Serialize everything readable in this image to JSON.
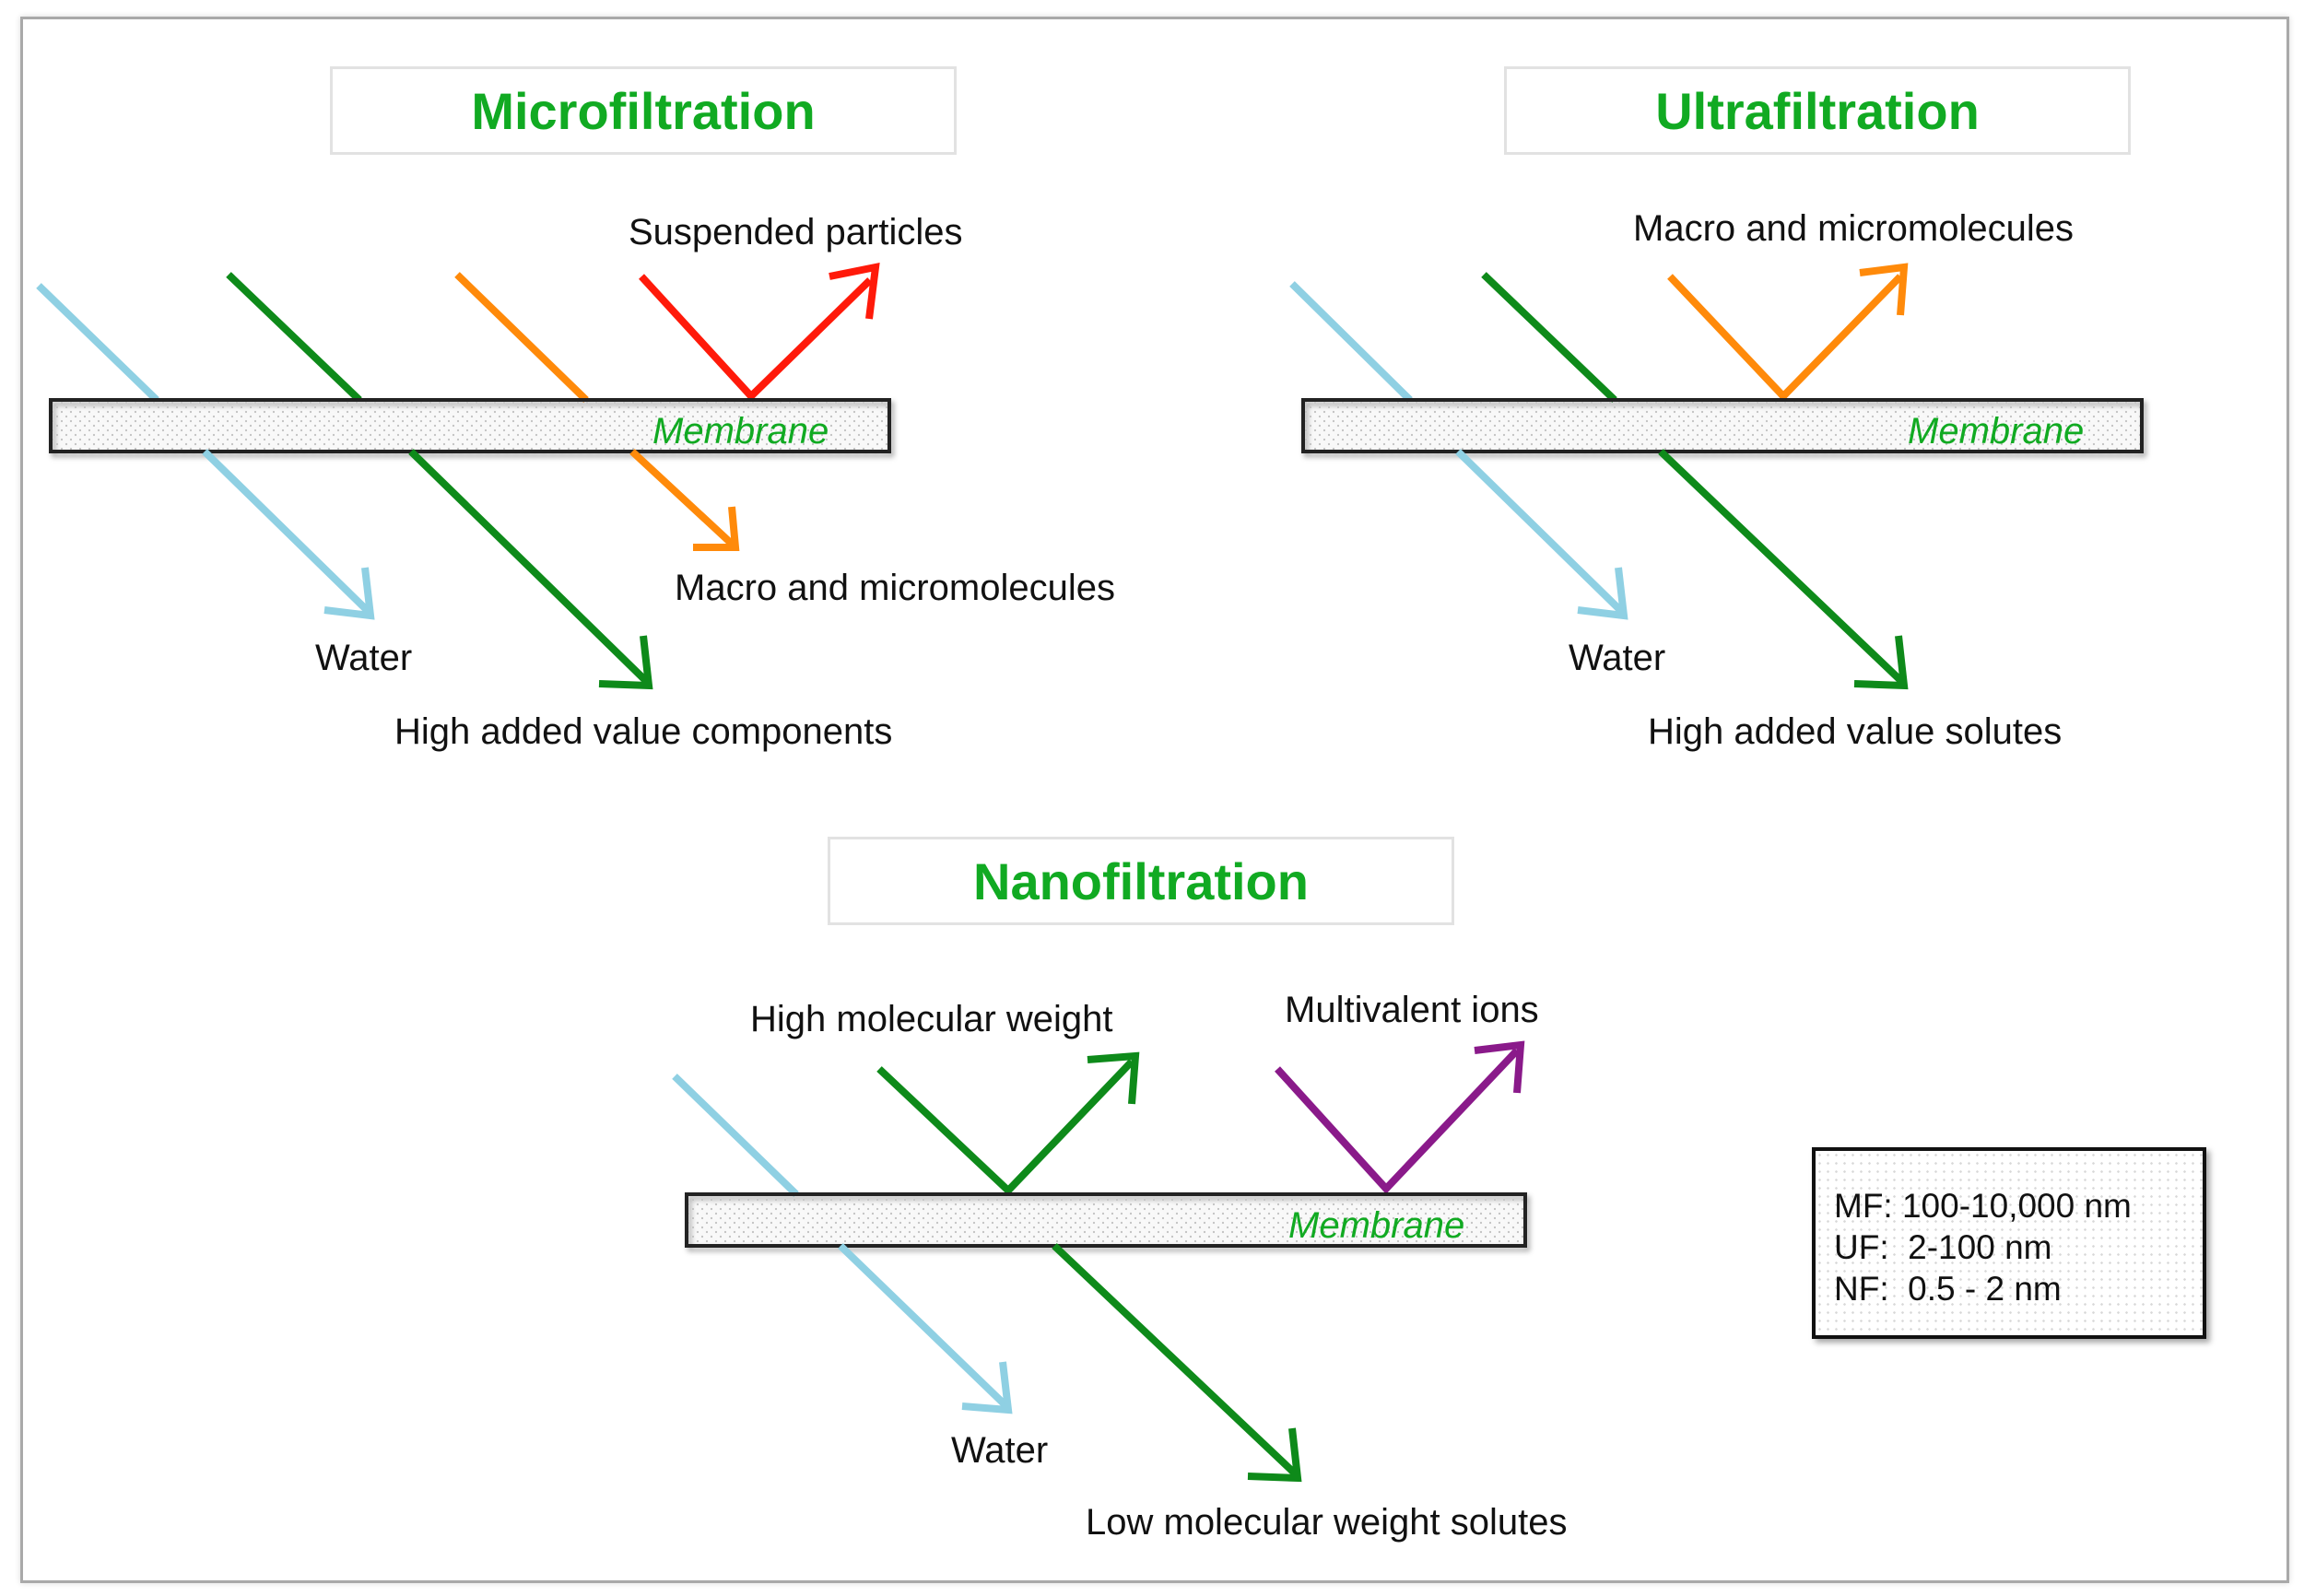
{
  "panels": {
    "microfiltration": {
      "title": "Microfiltration",
      "membrane_label": "Membrane",
      "rejected": "Suspended particles",
      "permeate": [
        "Macro and micromolecules",
        "Water",
        "High added value components"
      ]
    },
    "ultrafiltration": {
      "title": "Ultrafiltration",
      "membrane_label": "Membrane",
      "rejected": "Macro and micromolecules",
      "permeate": [
        "Water",
        "High added value solutes"
      ]
    },
    "nanofiltration": {
      "title": "Nanofiltration",
      "membrane_label": "Membrane",
      "rejected": [
        "High molecular weight",
        "Multivalent ions"
      ],
      "permeate": [
        "Water",
        "Low molecular weight solutes"
      ]
    }
  },
  "legend": {
    "lines": [
      "MF: 100-10,000 nm",
      "UF:  2-100 nm",
      "NF:  0.5 - 2 nm"
    ]
  },
  "colors": {
    "water": "#8fd0e3",
    "green_stream": "#0e8a1a",
    "orange_stream": "#ff8a0a",
    "red_stream": "#ff1a0a",
    "purple_stream": "#8a1a8a",
    "title_green": "#11aa22"
  }
}
